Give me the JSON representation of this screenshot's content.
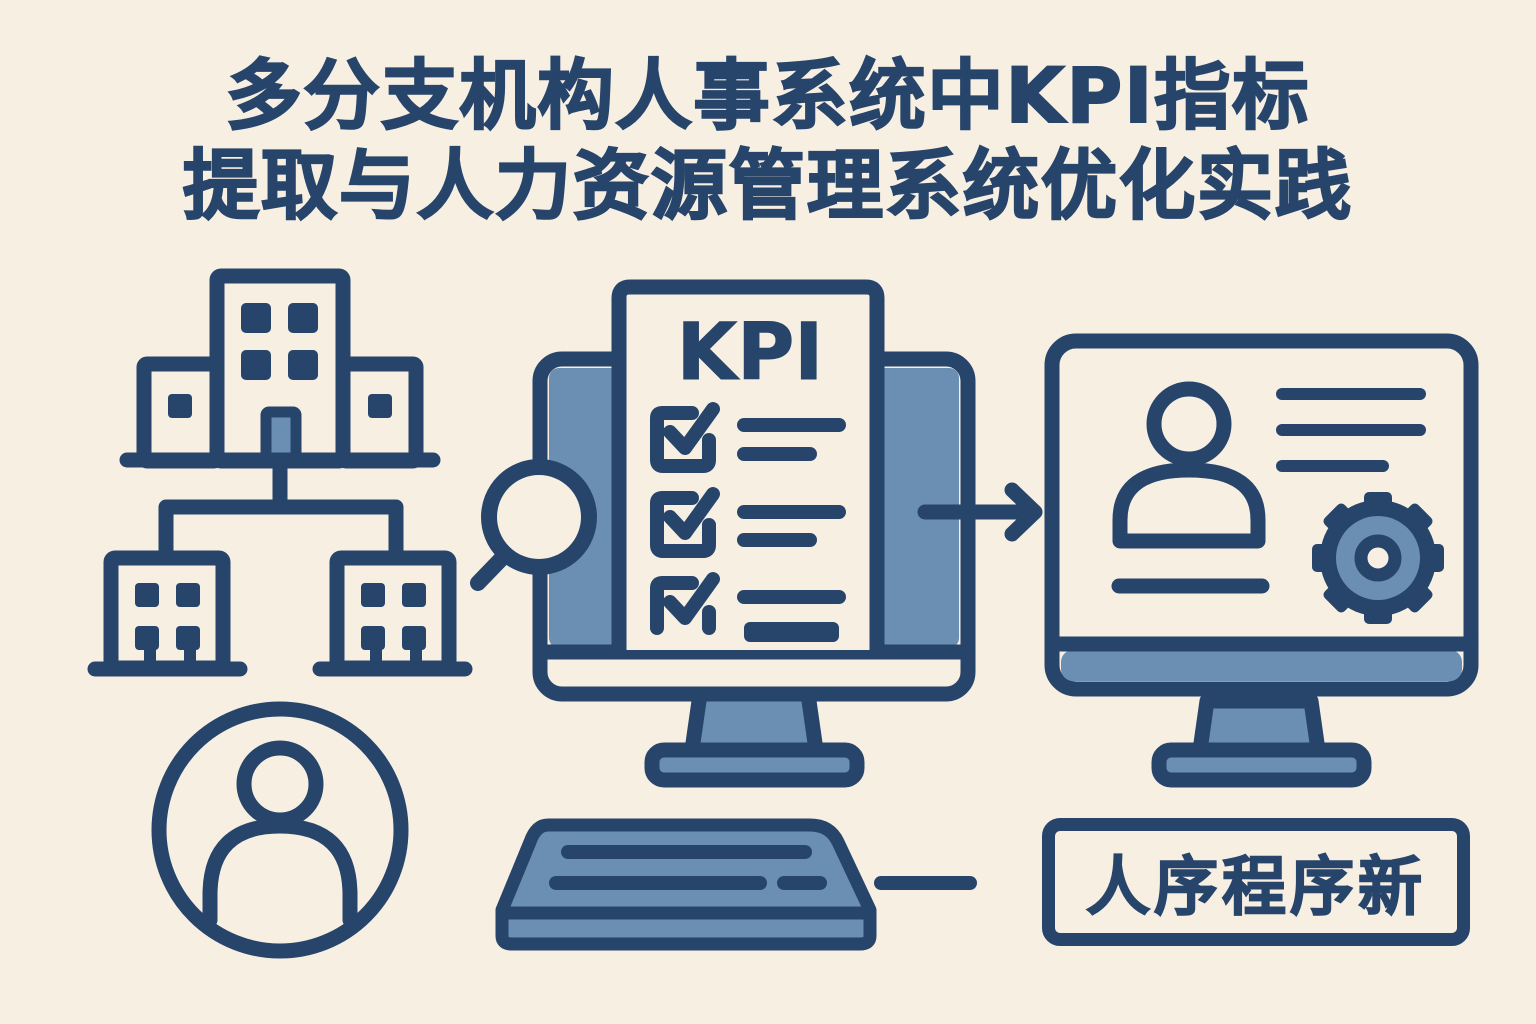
{
  "title": {
    "line1": "多分支机构人事系统中KPI指标",
    "line2": "提取与人力资源管理系统优化实践"
  },
  "kpi_document": {
    "heading": "KPI",
    "checklist_items": 3
  },
  "bottom_label": "人序程序新",
  "icons": [
    "multi-branch-buildings-icon",
    "user-circle-icon",
    "magnifier-icon",
    "kpi-monitor-icon",
    "arrow-right-icon",
    "hr-profile-monitor-icon",
    "gear-icon",
    "keyboard-icon"
  ],
  "colors": {
    "background": "#f8efe3",
    "primary": "#27456b",
    "accent": "#6b8fb2"
  }
}
